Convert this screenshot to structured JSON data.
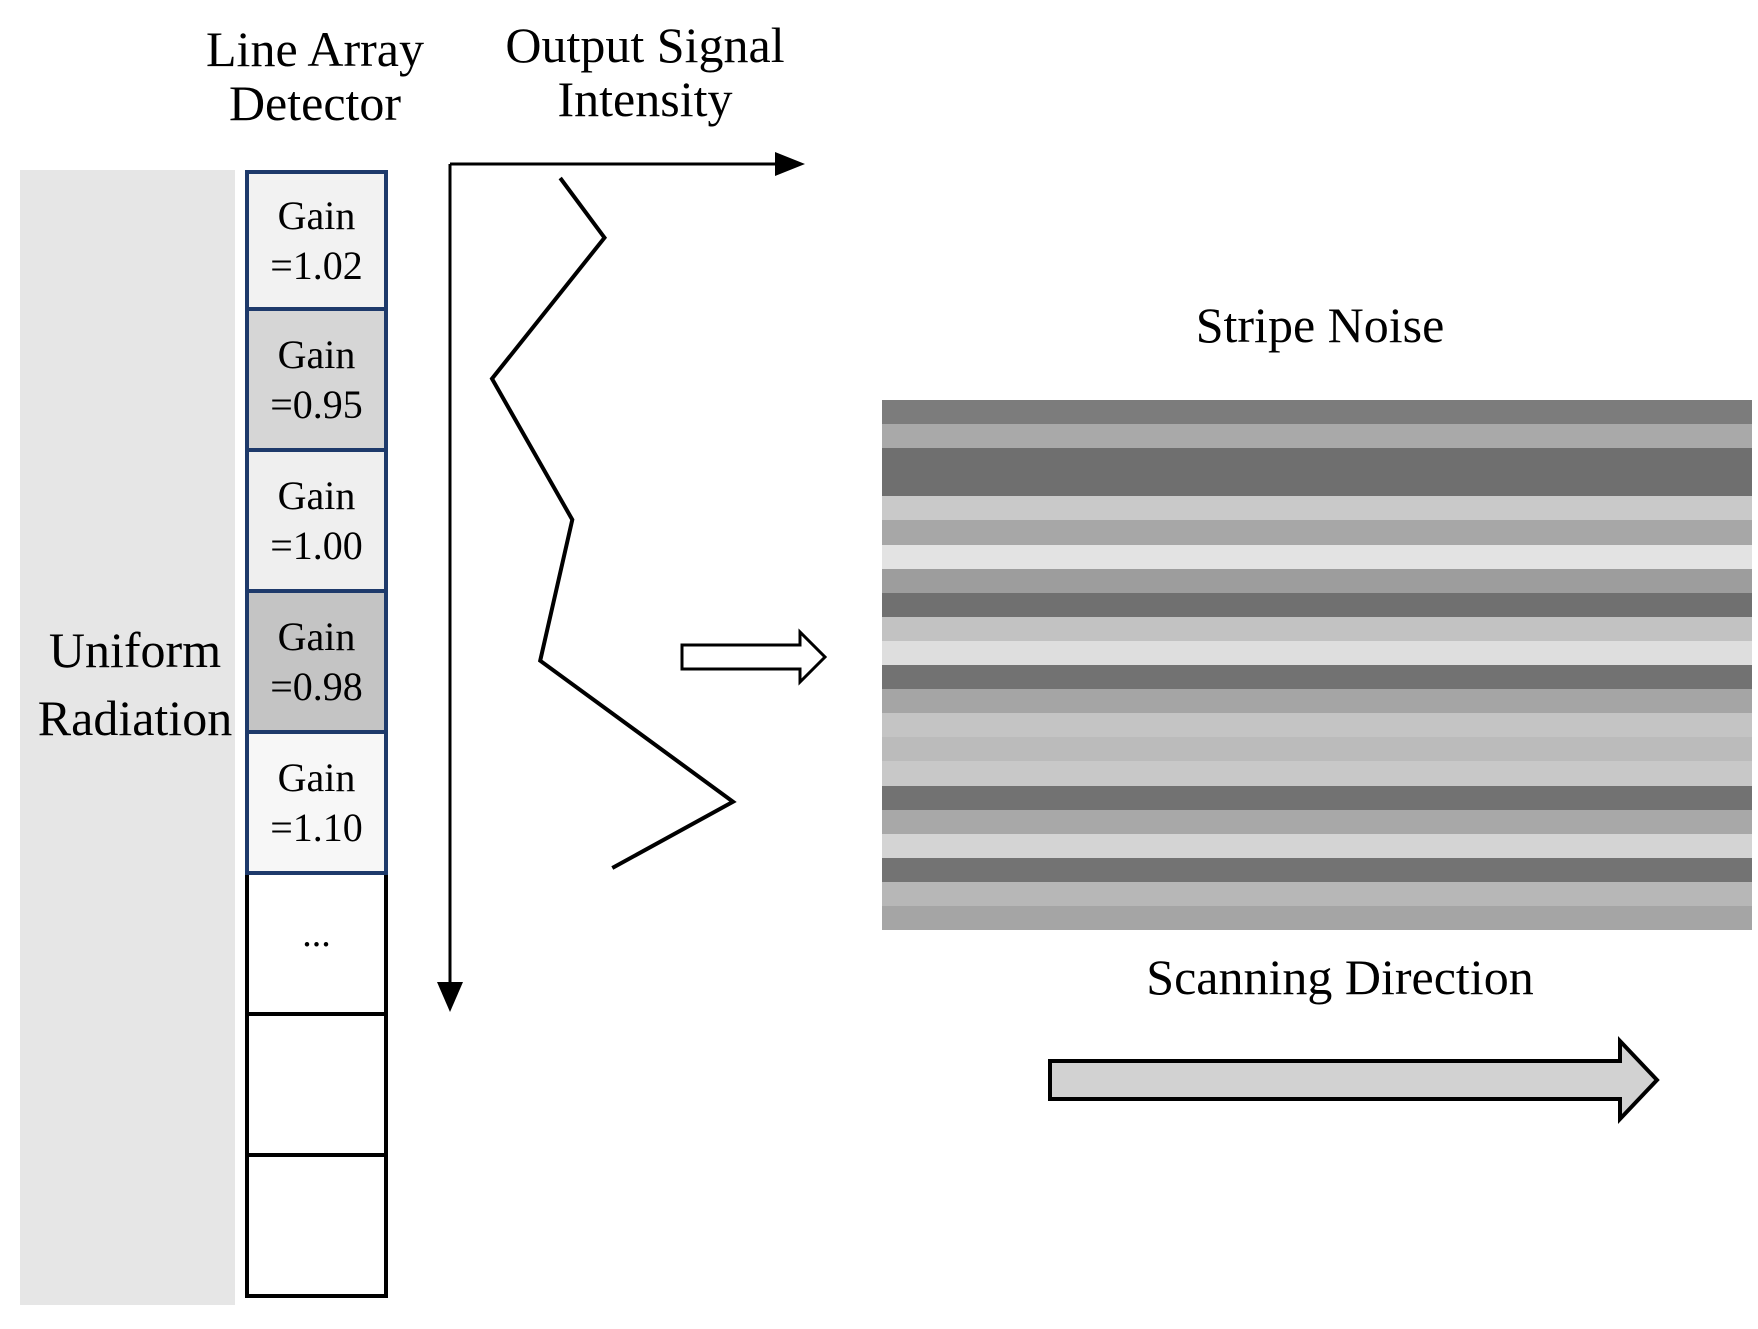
{
  "labels": {
    "line_array_detector": [
      "Line Array",
      "Detector"
    ],
    "output_signal_intensity": [
      "Output Signal",
      "Intensity"
    ],
    "uniform_radiation": [
      "Uniform",
      "Radiation"
    ],
    "stripe_noise": "Stripe Noise",
    "scanning_direction": "Scanning Direction"
  },
  "detector_cells": [
    {
      "line1": "Gain",
      "line2": "=1.02",
      "fill": "#f2f2f2"
    },
    {
      "line1": "Gain",
      "line2": "=0.95",
      "fill": "#d6d6d6"
    },
    {
      "line1": "Gain",
      "line2": "=1.00",
      "fill": "#efefef"
    },
    {
      "line1": "Gain",
      "line2": "=0.98",
      "fill": "#c4c4c4"
    },
    {
      "line1": "Gain",
      "line2": "=1.10",
      "fill": "#f7f7f7"
    },
    {
      "line1": "...",
      "line2": "",
      "fill": "#ffffff"
    },
    {
      "line1": "",
      "line2": "",
      "fill": "#ffffff"
    },
    {
      "line1": "",
      "line2": "",
      "fill": "#ffffff"
    }
  ],
  "signal_gains": [
    1.02,
    0.95,
    1.0,
    0.98,
    1.1
  ],
  "stripe_grays": [
    "#7c7c7c",
    "#a9a9a9",
    "#6f6f6f",
    "#6f6f6f",
    "#c9c9c9",
    "#a7a7a7",
    "#e3e3e3",
    "#9d9d9d",
    "#707070",
    "#c2c2c2",
    "#dedede",
    "#727272",
    "#a5a5a5",
    "#c4c4c4",
    "#bbbbbb",
    "#c8c8c8",
    "#727272",
    "#a8a8a8",
    "#d4d4d4",
    "#737373",
    "#b7b7b7",
    "#a5a5a5"
  ],
  "colors": {
    "background": "#ffffff",
    "radiation_panel": "#e6e6e6",
    "gain_cell_border": "#1e3a6b",
    "scan_arrow_fill": "#d2d2d2"
  }
}
